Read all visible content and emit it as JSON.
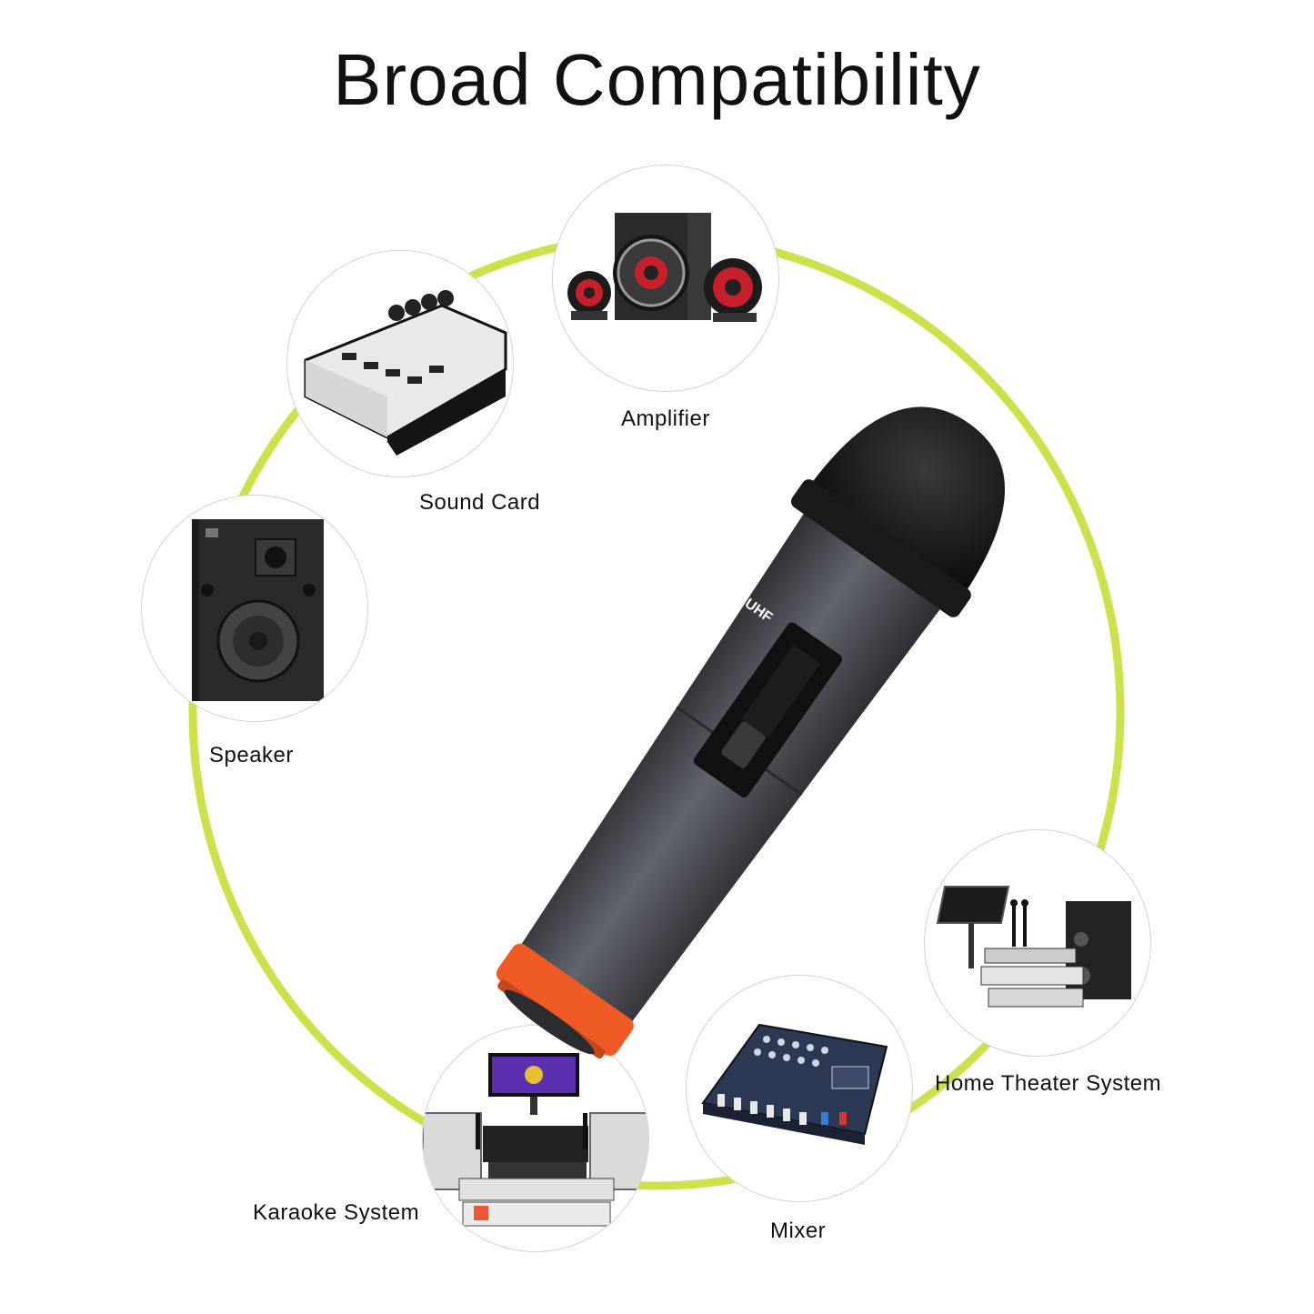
{
  "title": "Broad Compatibility",
  "colors": {
    "ring": "#cfe14a",
    "mic_body": "#4d4f55",
    "mic_cap": "#f05a24",
    "mic_grille": "#1a1a1a"
  },
  "devices": [
    {
      "key": "sound-card",
      "label": "Sound Card",
      "icon": "sound-card-icon"
    },
    {
      "key": "amplifier",
      "label": "Amplifier",
      "icon": "amplifier-icon"
    },
    {
      "key": "speaker",
      "label": "Speaker",
      "icon": "speaker-icon"
    },
    {
      "key": "home-theater",
      "label": "Home Theater System",
      "icon": "home-theater-icon"
    },
    {
      "key": "mixer",
      "label": "Mixer",
      "icon": "mixer-icon"
    },
    {
      "key": "karaoke",
      "label": "Karaoke System",
      "icon": "karaoke-icon"
    }
  ],
  "microphone": {
    "display_badge": "UHF",
    "icon": "microphone-icon"
  }
}
